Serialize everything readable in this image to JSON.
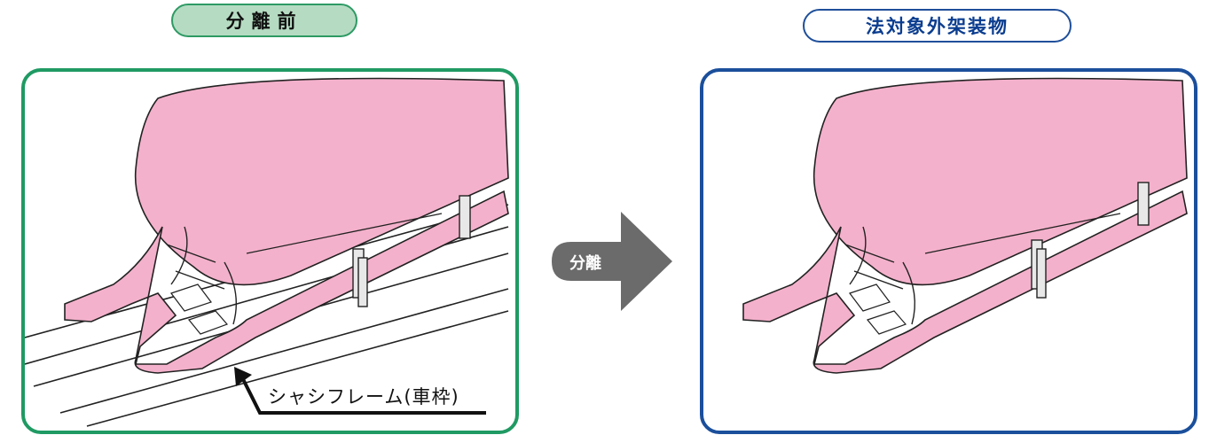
{
  "labels": {
    "before_title": "分離前",
    "after_title": "法対象外架装物",
    "arrow_label": "分離",
    "chassis_callout": "シャシフレーム(車枠)"
  },
  "colors": {
    "before_accent": "#1f9a63",
    "before_pill_fill": "#b5dcc2",
    "after_accent": "#1b4f9b",
    "tank_fill": "#f4b1cb",
    "arrow_fill": "#6b6b6b"
  }
}
